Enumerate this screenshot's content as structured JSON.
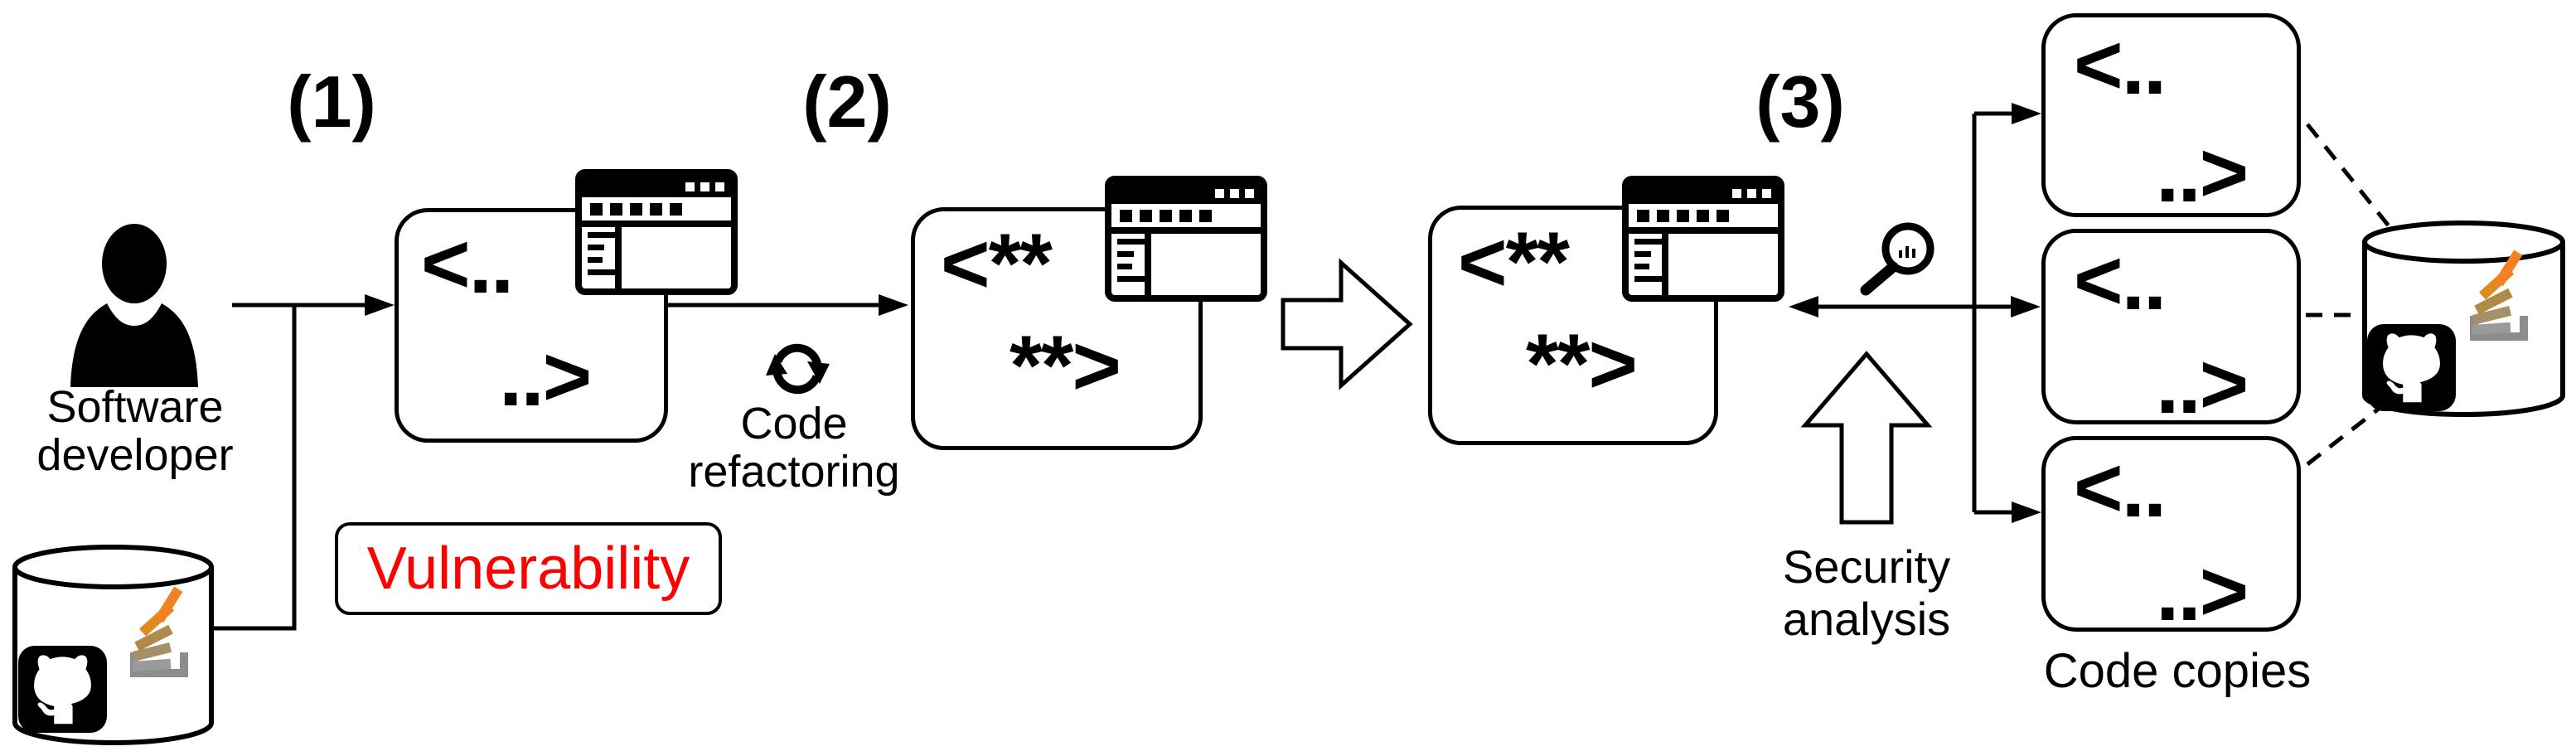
{
  "steps": [
    {
      "label": "(1)"
    },
    {
      "label": "(2)"
    },
    {
      "label": "(3)"
    }
  ],
  "developer": {
    "line1": "Software",
    "line2": "developer"
  },
  "snippets": {
    "original": {
      "open": "<..",
      "close": "..>"
    },
    "refactored": {
      "open": "<**",
      "close": "**>"
    },
    "analyzed": {
      "open": "<**",
      "close": "**>"
    }
  },
  "vulnerability": {
    "label": "Vulnerability",
    "color": "#ff0000"
  },
  "refactoring": {
    "line1": "Code",
    "line2": "refactoring"
  },
  "security": {
    "line1": "Security",
    "line2": "analysis"
  },
  "copies": {
    "caption": "Code copies",
    "items": [
      {
        "open": "<..",
        "close": "..>"
      },
      {
        "open": "<..",
        "close": "..>"
      },
      {
        "open": "<..",
        "close": "..>"
      }
    ]
  },
  "icons": {
    "developer": "person-icon",
    "code_window": "browser-window-icon",
    "refactor": "refresh-icon",
    "inspect": "magnifier-icon",
    "sources": [
      "github-icon",
      "stackoverflow-icon"
    ]
  },
  "colors": {
    "line": "#000000",
    "stackoverflow_tray": "#8d8d8d",
    "stackoverflow_bars": [
      "#9a9a9a",
      "#a5906a",
      "#b08b48",
      "#e08b22",
      "#f48024"
    ]
  }
}
